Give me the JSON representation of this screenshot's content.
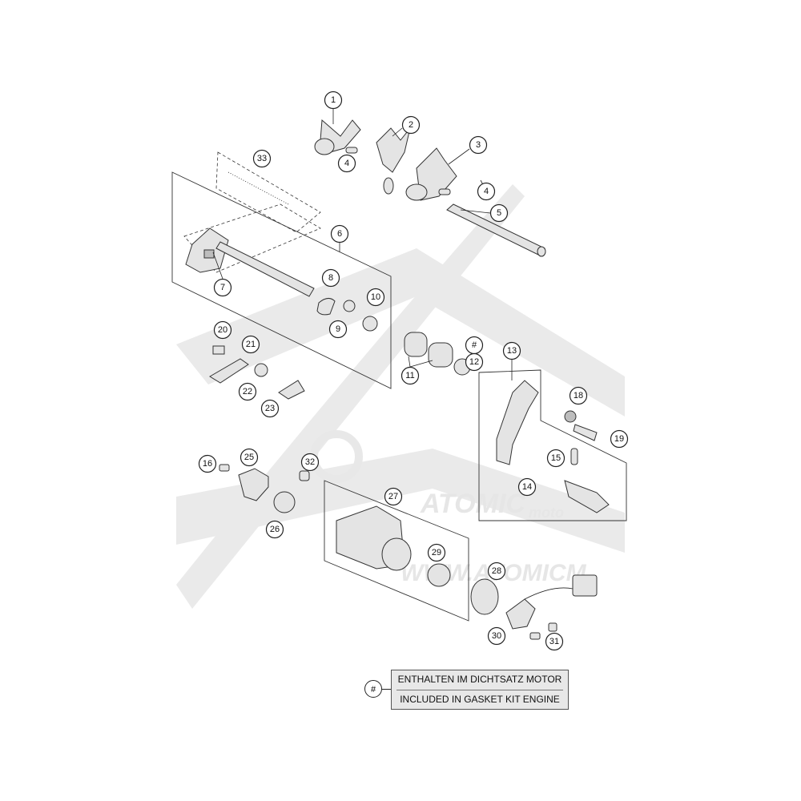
{
  "watermark": {
    "brand": "ATOMIC",
    "sub": "moto",
    "url": "WWW.ATOMICM"
  },
  "callouts": [
    "1",
    "2",
    "3",
    "4",
    "4",
    "5",
    "6",
    "7",
    "8",
    "9",
    "10",
    "#",
    "12",
    "11",
    "13",
    "18",
    "19",
    "15",
    "14",
    "20",
    "21",
    "22",
    "23",
    "16",
    "25",
    "32",
    "26",
    "27",
    "29",
    "28",
    "30",
    "31",
    "33"
  ],
  "legend": {
    "marker": "#",
    "line1": "ENTHALTEN IM DICHTSATZ MOTOR",
    "line2": "INCLUDED IN GASKET KIT ENGINE"
  }
}
